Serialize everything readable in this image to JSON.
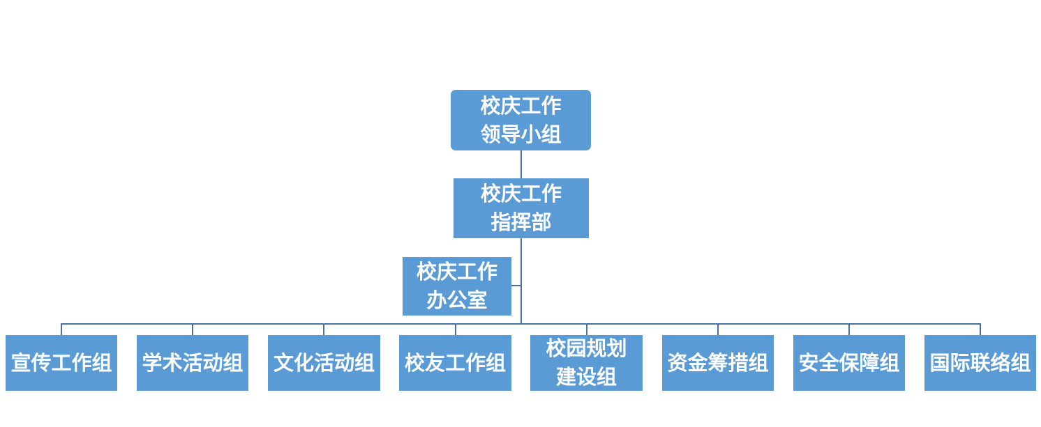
{
  "chart_data": {
    "type": "org-chart",
    "nodes": [
      {
        "id": "leadership",
        "lines": [
          "校庆工作",
          "领导小组"
        ]
      },
      {
        "id": "command",
        "lines": [
          "校庆工作",
          "指挥部"
        ],
        "parent": "leadership"
      },
      {
        "id": "office",
        "lines": [
          "校庆工作",
          "办公室"
        ],
        "parent": "command",
        "role": "staff"
      },
      {
        "id": "g1",
        "lines": [
          "宣传工作组"
        ],
        "parent": "command"
      },
      {
        "id": "g2",
        "lines": [
          "学术活动组"
        ],
        "parent": "command"
      },
      {
        "id": "g3",
        "lines": [
          "文化活动组"
        ],
        "parent": "command"
      },
      {
        "id": "g4",
        "lines": [
          "校友工作组"
        ],
        "parent": "command"
      },
      {
        "id": "g5",
        "lines": [
          "校园规划",
          "建设组"
        ],
        "parent": "command"
      },
      {
        "id": "g6",
        "lines": [
          "资金筹措组"
        ],
        "parent": "command"
      },
      {
        "id": "g7",
        "lines": [
          "安全保障组"
        ],
        "parent": "command"
      },
      {
        "id": "g8",
        "lines": [
          "国际联络组"
        ],
        "parent": "command"
      }
    ],
    "colors": {
      "box": "#5b9bd5",
      "text": "#ffffff",
      "line": "#4a73a4"
    }
  }
}
